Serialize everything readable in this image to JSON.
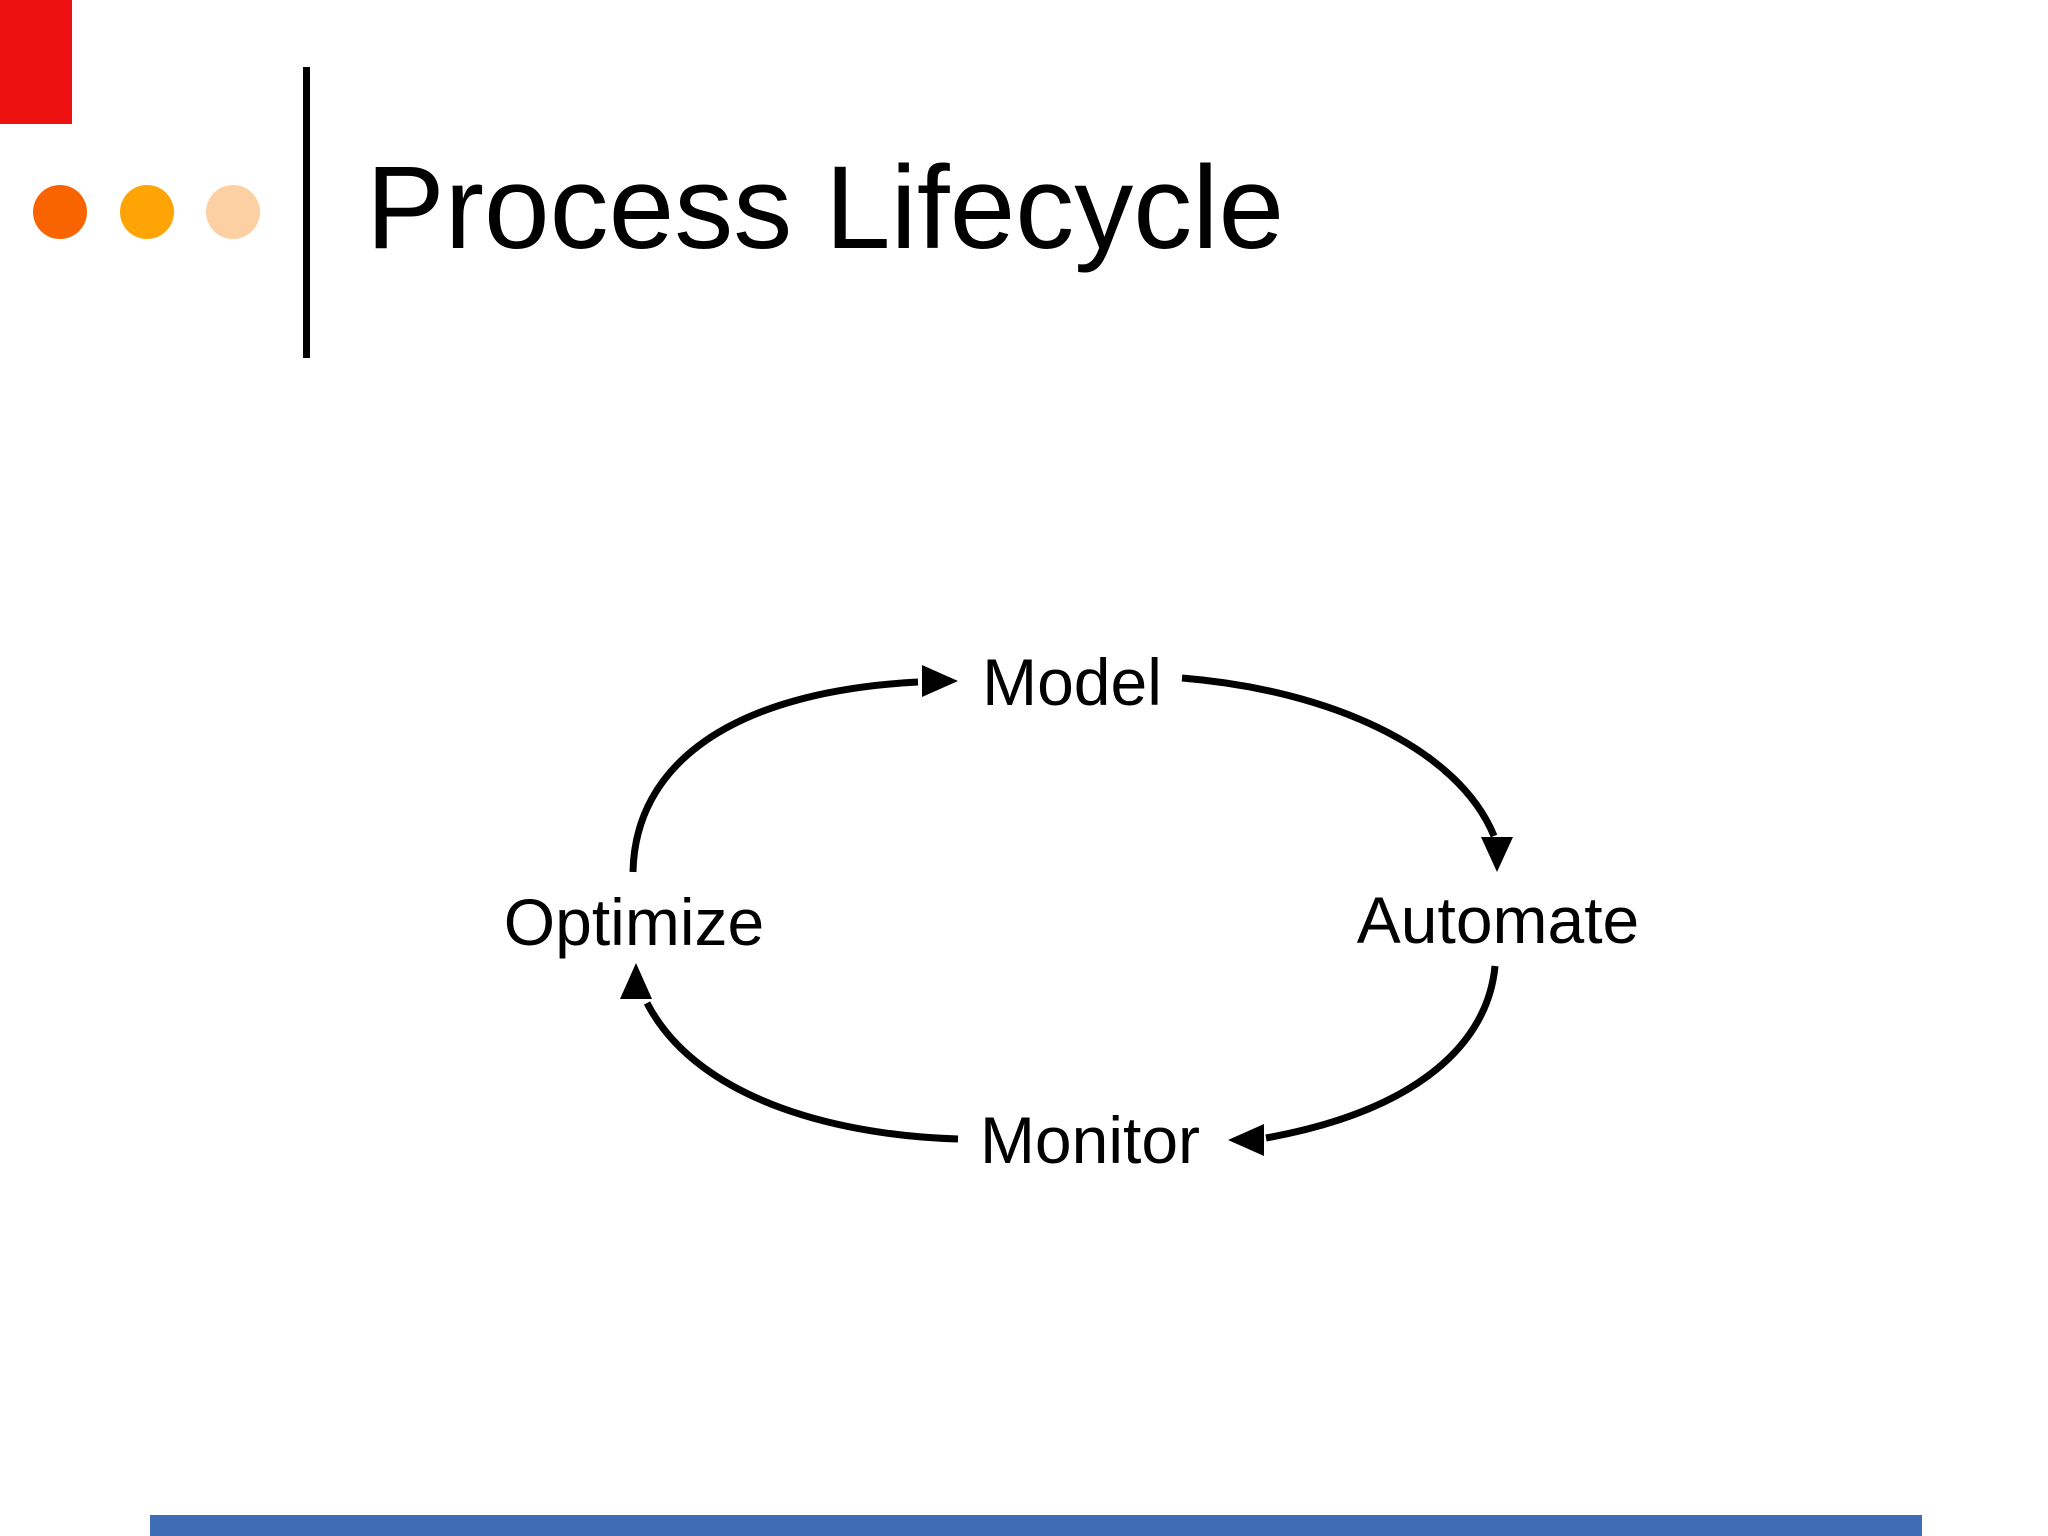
{
  "slide": {
    "title": "Process Lifecycle"
  },
  "decor": {
    "corner_block_color": "#ee1111",
    "bottom_bar_color": "#3e6cb5",
    "divider_color": "#000000",
    "dot_colors": [
      "#fa6400",
      "#ffa405",
      "#fcd0a2"
    ]
  },
  "diagram": {
    "type": "cycle",
    "direction": "clockwise",
    "arrow_color": "#000000",
    "nodes": [
      {
        "label": "Model",
        "position": "top"
      },
      {
        "label": "Automate",
        "position": "right"
      },
      {
        "label": "Monitor",
        "position": "bottom"
      },
      {
        "label": "Optimize",
        "position": "left"
      }
    ],
    "edges": [
      {
        "from": "Optimize",
        "to": "Model"
      },
      {
        "from": "Model",
        "to": "Automate"
      },
      {
        "from": "Automate",
        "to": "Monitor"
      },
      {
        "from": "Monitor",
        "to": "Optimize"
      }
    ]
  }
}
